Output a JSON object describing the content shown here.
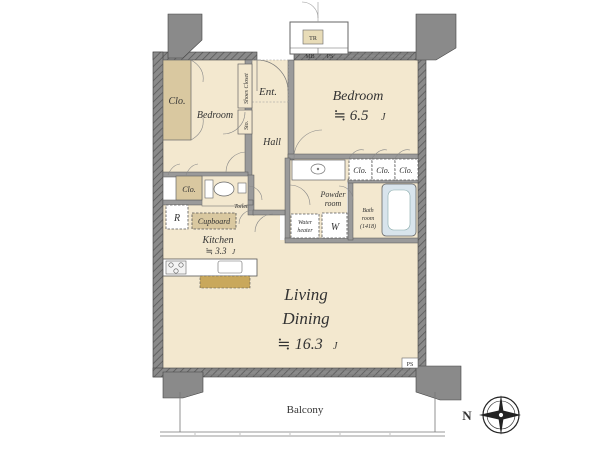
{
  "colors": {
    "room_fill": "#f3e8cf",
    "closet_fill": "#d9c8a0",
    "wall": "#7a7a7a",
    "wall_dark": "#555555",
    "service_fill": "#d8e4ec",
    "kitchen_counter": "#c9a85c",
    "bath_blue": "#9ab8c8"
  },
  "labels": {
    "tr": "TR",
    "mb": "MB",
    "ps_top": "PS",
    "ps_bottom": "PS",
    "ent": "Ent.",
    "shoes_closet": "Shoes Closet",
    "sto": "Sto.",
    "clo_left": "Clo.",
    "clo_small": "Clo.",
    "clo_1": "Clo.",
    "clo_2": "Clo.",
    "clo_3": "Clo.",
    "bedroom_small": "Bedroom",
    "bedroom_large": "Bedroom",
    "bedroom_large_size": "≒ 6.5",
    "bedroom_large_unit": "J",
    "hall": "Hall",
    "toilet": "Toilet",
    "powder_room_1": "Powder",
    "powder_room_2": "room",
    "water_heater_1": "Water",
    "water_heater_2": "heater",
    "washer": "W",
    "bath_room_1": "Bath",
    "bath_room_2": "room",
    "bath_room_3": "(1418)",
    "refrigerator": "R",
    "cupboard": "Cupboard",
    "kitchen": "Kitchen",
    "kitchen_size": "≒ 3.3",
    "kitchen_unit": "J",
    "living_1": "Living",
    "living_2": "Dining",
    "living_size": "≒ 16.3",
    "living_unit": "J",
    "balcony": "Balcony",
    "north": "N"
  }
}
